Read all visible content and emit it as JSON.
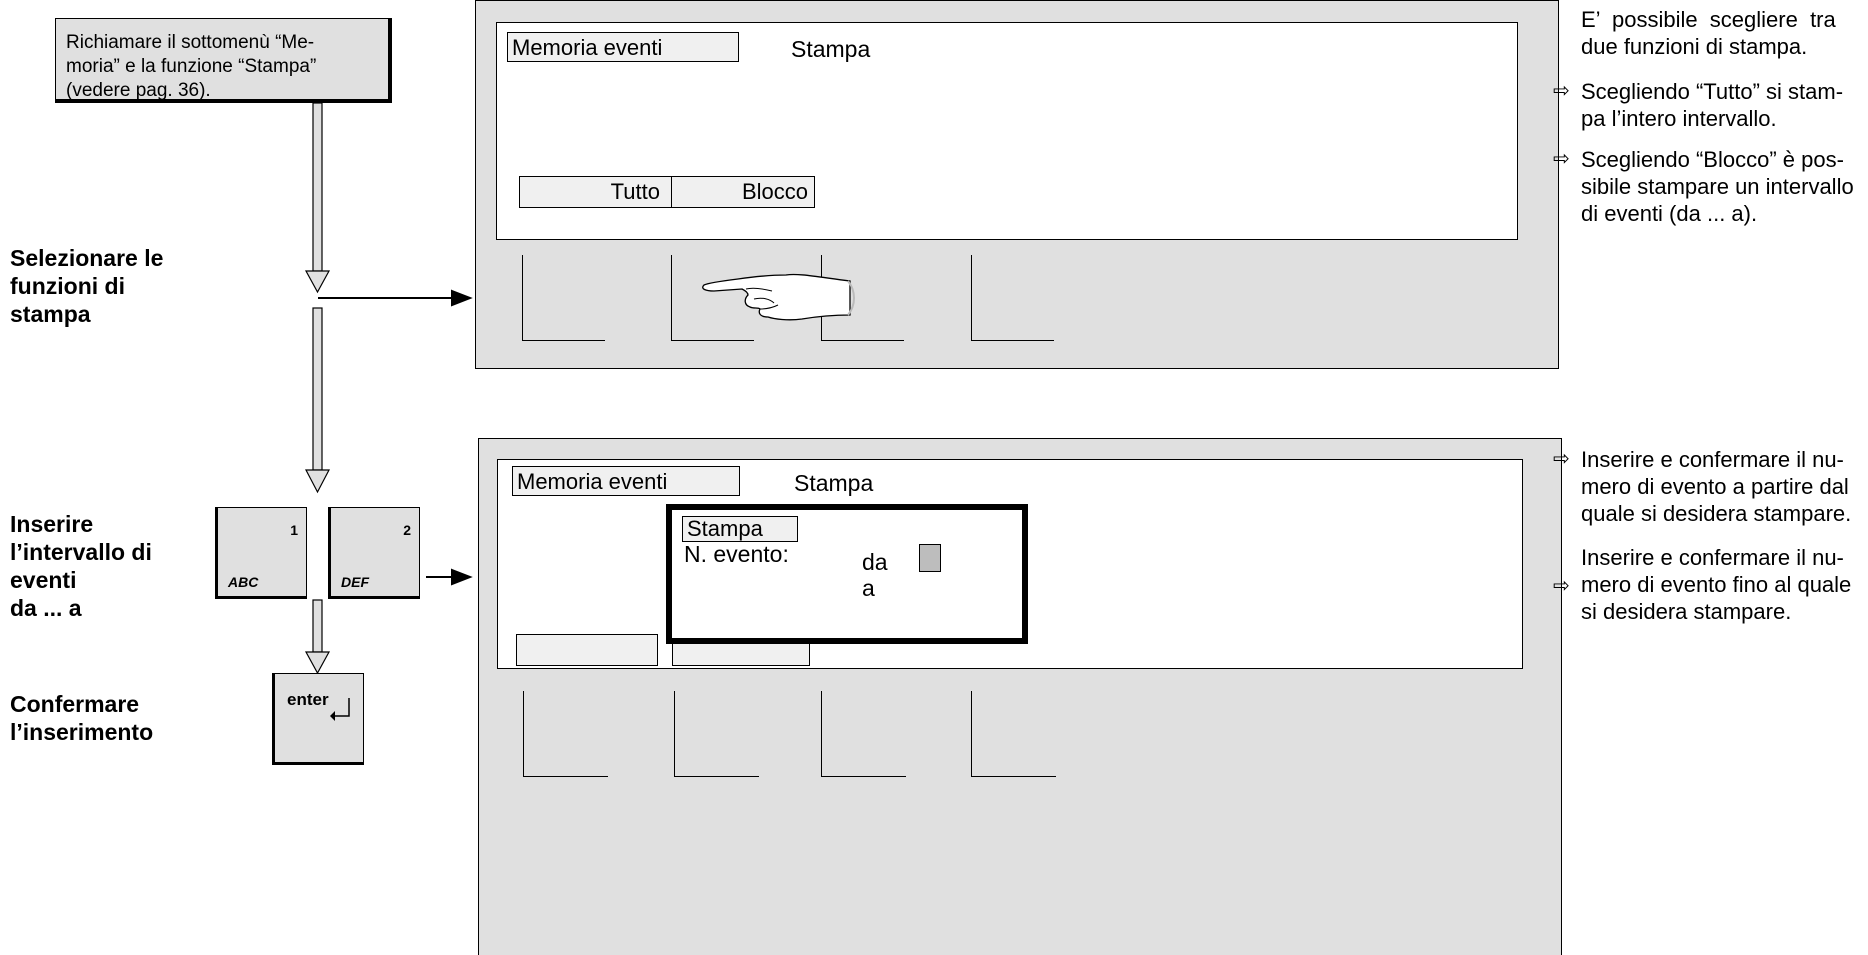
{
  "note": {
    "line1": "Richiamare il sottomenù “Me-",
    "line2": "moria” e la funzione “Stampa”",
    "line3": "(vedere pag. 36)."
  },
  "steps": {
    "select_l1": "Selezionare le",
    "select_l2": "funzioni di",
    "select_l3": "stampa",
    "insert_l1": "Inserire",
    "insert_l2": "l’intervallo di",
    "insert_l3": "eventi",
    "insert_l4": "da ... a",
    "confirm_l1": "Confermare",
    "confirm_l2": "l’inserimento"
  },
  "screen1": {
    "menu": "Memoria eventi",
    "title": "Stampa",
    "btn_all": "Tutto",
    "btn_block": "Blocco"
  },
  "screen2": {
    "menu": "Memoria eventi",
    "title": "Stampa",
    "dlg_title": "Stampa",
    "dlg_label": "N. evento:",
    "from": "da",
    "to": "a"
  },
  "keys": {
    "k1_num": "1",
    "k1_letters": "ABC",
    "k2_num": "2",
    "k2_letters": "DEF",
    "enter": "enter"
  },
  "right": {
    "p1_l1": "E’  possibile  scegliere  tra",
    "p1_l2": "due funzioni di stampa.",
    "b1_l1": "Scegliendo “Tutto” si stam-",
    "b1_l2": "pa l’intero intervallo.",
    "b2_l1": "Scegliendo “Blocco” è pos-",
    "b2_l2": "sibile stampare un intervallo",
    "b2_l3": "di eventi (da ... a).",
    "b3_l1": "Inserire e confermare il nu-",
    "b3_l2": "mero di evento a partire dal",
    "b3_l3": "quale si desidera stampare.",
    "b4_l1": "Inserire e confermare il nu-",
    "b4_l2": "mero di evento fino al quale",
    "b4_l3": "si desidera stampare."
  }
}
